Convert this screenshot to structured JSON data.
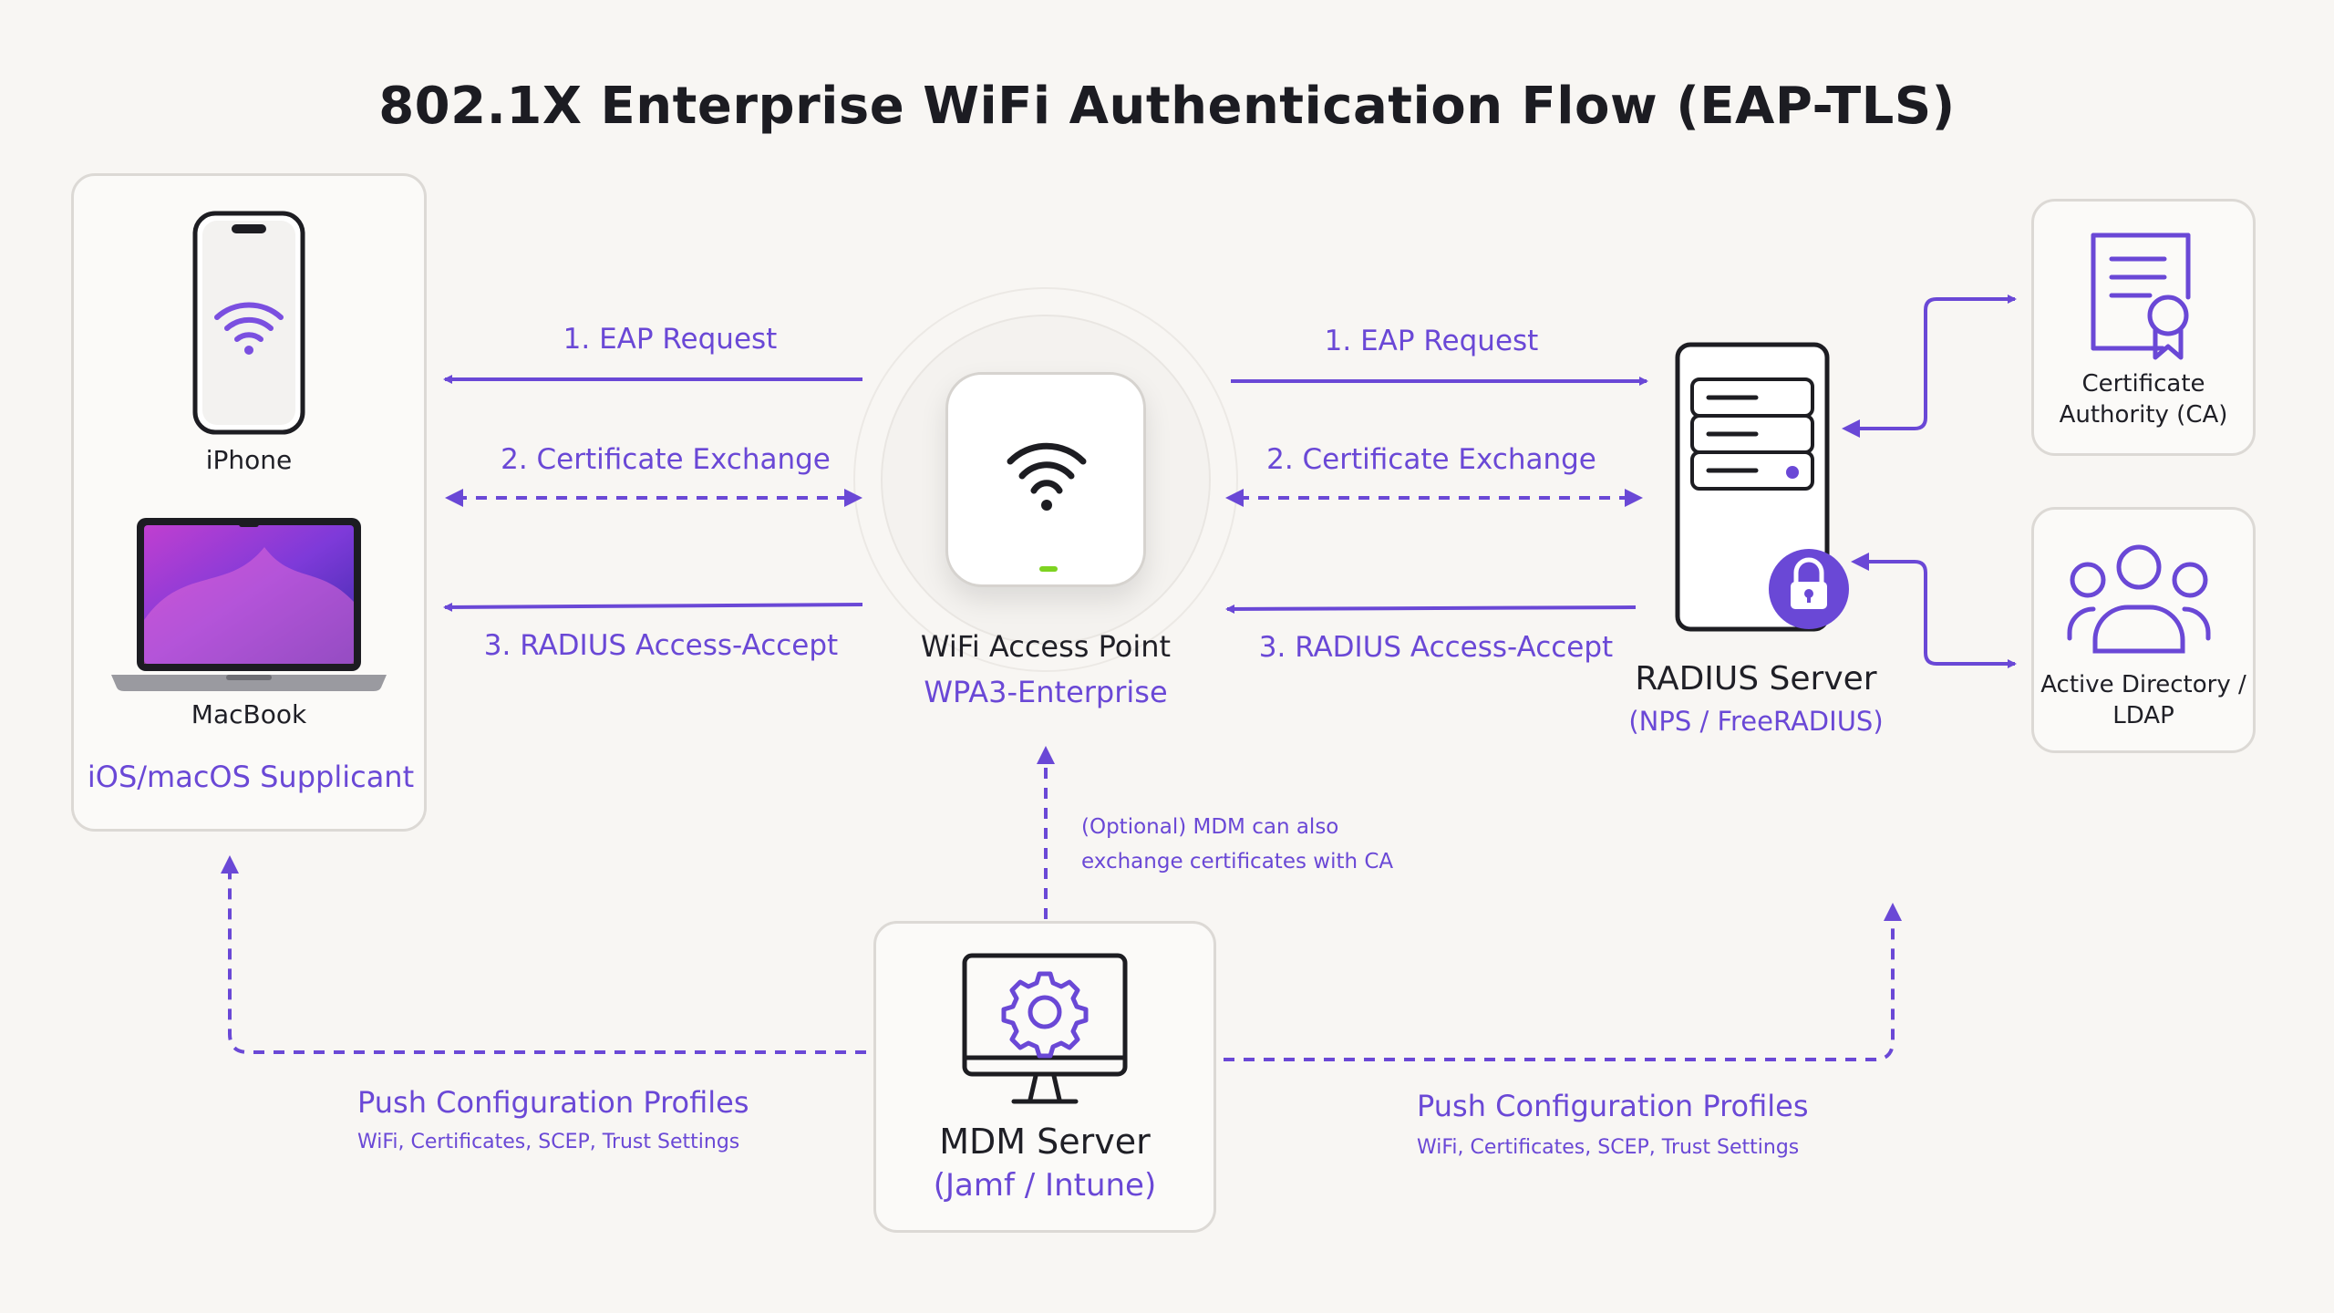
{
  "title": "802.1X Enterprise WiFi Authentication Flow (EAP-TLS)",
  "colors": {
    "accent": "#6a48d6",
    "text": "#1f1f26",
    "card_border": "#dcd9d5",
    "background": "#f8f6f3",
    "led": "#7ed321"
  },
  "icons": [
    "smartphone-icon",
    "wifi-icon",
    "laptop-icon",
    "server-icon",
    "lock-icon",
    "certificate-icon",
    "users-icon",
    "monitor-gear-icon"
  ],
  "client": {
    "iphone_label": "iPhone",
    "macbook_label": "MacBook",
    "supplicant_label": "iOS/macOS Supplicant"
  },
  "access_point": {
    "name": "WiFi Access Point",
    "subtitle": "WPA3-Enterprise"
  },
  "radius": {
    "name": "RADIUS Server",
    "subtitle": "(NPS / FreeRADIUS)"
  },
  "ca": {
    "label_line1": "Certificate",
    "label_line2": "Authority (CA)"
  },
  "directory": {
    "label_line1": "Active Directory /",
    "label_line2": "LDAP"
  },
  "mdm": {
    "name": "MDM Server",
    "subtitle": "(Jamf / Intune)"
  },
  "flows_left": {
    "step1": "1. EAP Request",
    "step2": "2. Certificate Exchange",
    "step3": "3. RADIUS Access-Accept"
  },
  "flows_right": {
    "step1": "1. EAP Request",
    "step2": "2. Certificate Exchange",
    "step3": "3. RADIUS Access-Accept"
  },
  "mdm_note": {
    "line1": "(Optional) MDM can also",
    "line2": "exchange certificates with CA"
  },
  "push_left": {
    "title": "Push Configuration Profiles",
    "detail": "WiFi, Certificates, SCEP, Trust Settings"
  },
  "push_right": {
    "title": "Push Configuration Profiles",
    "detail": "WiFi, Certificates, SCEP, Trust Settings"
  }
}
